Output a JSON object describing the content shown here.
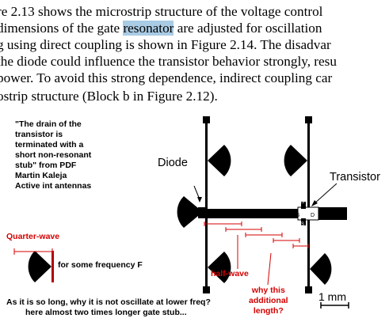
{
  "paragraph": {
    "lines": [
      "re 2.13 shows the microstrip structure of the voltage control",
      "dimensions of the gate ",
      " are adjusted for oscillation",
      "g using direct coupling is shown in Figure 2.14. The disadvar",
      "the diode could influence the transistor behavior strongly, resu",
      "power. To avoid this strong dependence, indirect coupling car",
      "ostrip structure (Block b in Figure 2.12)."
    ],
    "highlighted_word": "resonator"
  },
  "annotations": {
    "quote_lines": [
      "\"The drain of the",
      "transistor is",
      "terminated with a",
      "short non-resonant",
      "stub\" from PDF",
      "Martin Kaleja",
      "Active int antennas"
    ],
    "quarter_wave": "Quarter-wave",
    "for_some_frequency": "for some frequency F",
    "half_wave": "half-wave",
    "why_this": [
      "why this",
      "additional",
      "length?"
    ],
    "question": [
      "As it is so long, why it is not oscillate at lower freq?",
      "here almost two times longer gate stub..."
    ]
  },
  "diagram": {
    "diode_label": "Diode",
    "transistor_label": "Transistor",
    "scale_label": "1 mm",
    "pin_s": "S",
    "pin_g": "G",
    "pin_d": "D",
    "colors": {
      "highlight": "#a9cbe4",
      "annotation_red": "#d40000",
      "strip": "#000000"
    }
  }
}
